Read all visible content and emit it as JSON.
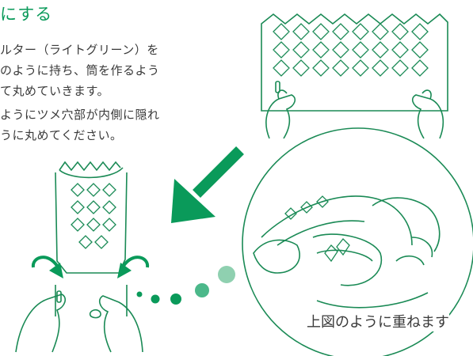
{
  "heading": "にする",
  "paragraph1": [
    "ルター（ライトグリーン）を",
    "のように持ち、筒を作るよう",
    "て丸めていきます。"
  ],
  "paragraph2": [
    "ようにツメ穴部が内側に隠れ",
    "うに丸めてください。"
  ],
  "caption": "上図のように重ねます",
  "colors": {
    "accent": "#0a9a5a",
    "line": "#1a8a55",
    "dot_dark": "#0a9a5a",
    "dot_light": "#8fd0b0"
  },
  "icons": [
    "diagonal-arrow-icon",
    "curved-arrow-icon"
  ]
}
